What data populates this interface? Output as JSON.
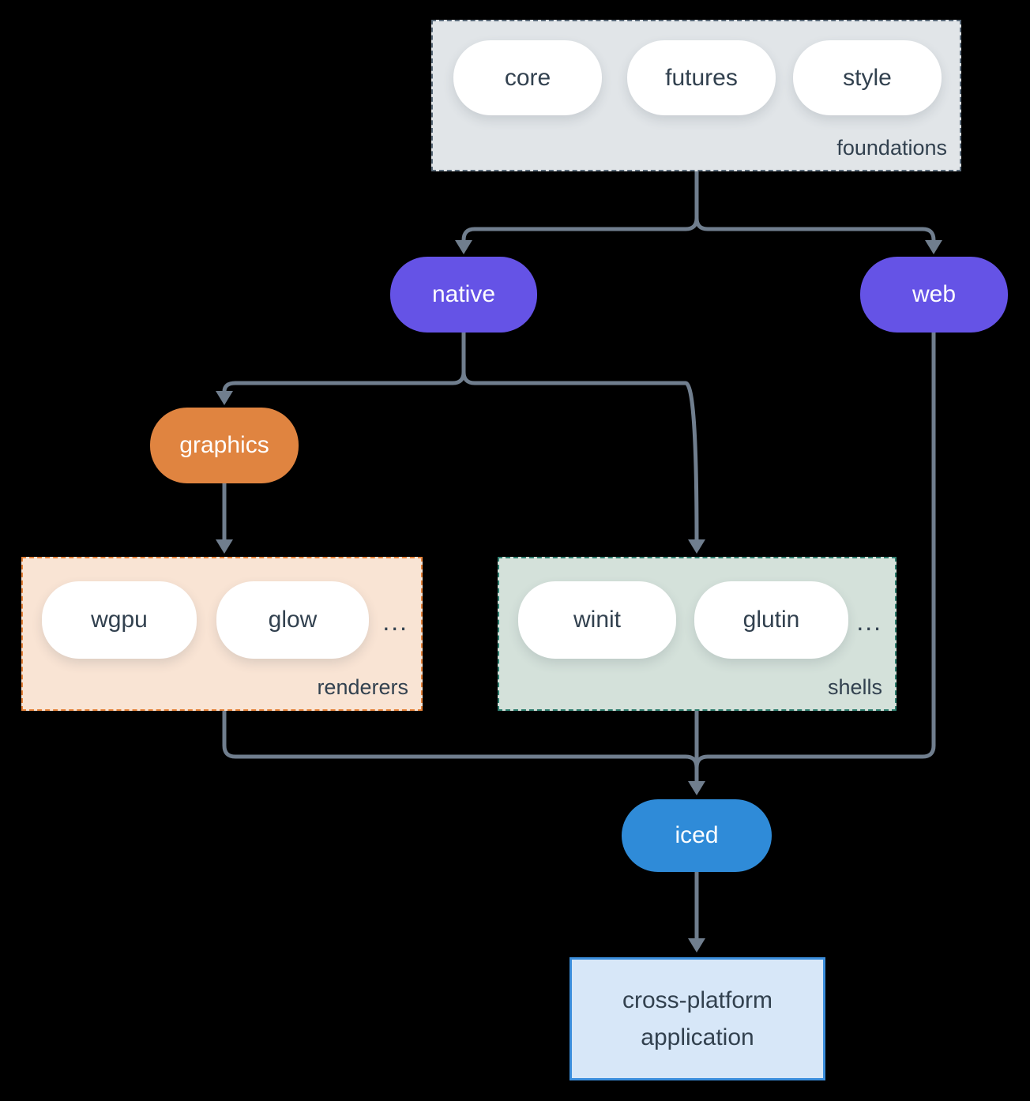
{
  "diagram": {
    "foundations": {
      "label": "foundations",
      "items": [
        "core",
        "futures",
        "style"
      ]
    },
    "native": {
      "label": "native"
    },
    "web": {
      "label": "web"
    },
    "graphics": {
      "label": "graphics"
    },
    "renderers": {
      "label": "renderers",
      "items": [
        "wgpu",
        "glow"
      ],
      "ellipsis": "..."
    },
    "shells": {
      "label": "shells",
      "items": [
        "winit",
        "glutin"
      ],
      "ellipsis": "..."
    },
    "iced": {
      "label": "iced"
    },
    "application": {
      "lines": [
        "cross-platform",
        "application"
      ]
    }
  },
  "colors": {
    "background": "#000000",
    "connector": "#707e8e",
    "node_purple": "#6553e6",
    "node_orange": "#e08440",
    "node_blue": "#2f8bd8",
    "pill_bg": "#ffffff",
    "text_dark": "#32414f",
    "text_light": "#ffffff",
    "foundations_bg": "#e1e5e8",
    "foundations_border": "#5a6a79",
    "renderers_bg": "#f9e4d4",
    "renderers_border": "#e5823a",
    "shells_bg": "#d4e1da",
    "shells_border": "#2f7e6f",
    "app_bg": "#d7e7f8",
    "app_border": "#3b8edc"
  }
}
